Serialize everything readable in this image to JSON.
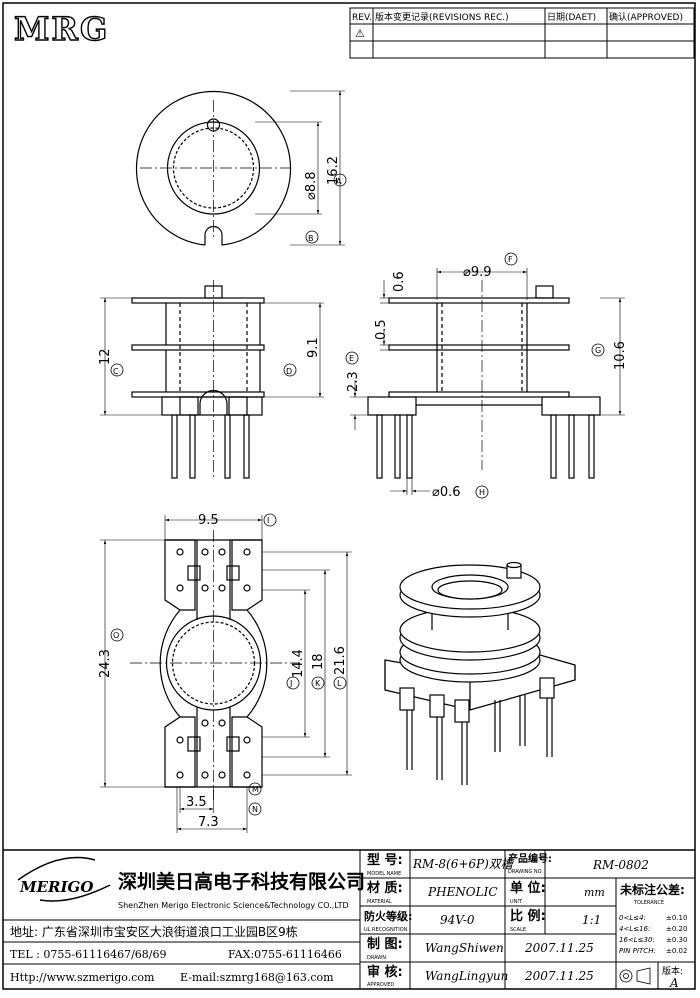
{
  "logo": {
    "text": "MRG"
  },
  "revision": {
    "col_rev": "REV.",
    "col_record": "版本变更记录(REVISIONS REC.)",
    "col_date": "日期(DAET)",
    "col_approved": "确认(APPROVED)",
    "row1_mark": "⚠"
  },
  "dims": {
    "d_16_2": "16.2",
    "d_8_8": "⌀8.8",
    "d_A": "A",
    "d_B": "B",
    "d_0_6": "0.6",
    "d_9_9": "⌀9.9",
    "d_F": "F",
    "d_0_5": "0.5",
    "d_9_1": "9.1",
    "d_12": "12",
    "d_C": "C",
    "d_D": "D",
    "d_2_3": "2.3",
    "d_E": "E",
    "d_10_6": "10.6",
    "d_G": "G",
    "d_pin": "⌀0.6",
    "d_H": "H",
    "d_9_5": "9.5",
    "d_I": "I",
    "d_24_3": "24.3",
    "d_O": "O",
    "d_14_4": "14.4",
    "d_J": "J",
    "d_18": "18",
    "d_K": "K",
    "d_21_6": "21.6",
    "d_L": "L",
    "d_3_5": "3.5",
    "d_M": "M",
    "d_7_3": "7.3",
    "d_N": "N"
  },
  "company": {
    "brand": "MERIGO",
    "name_cn": "深圳美日高电子科技有限公司",
    "name_en": "ShenZhen Merigo Electronic Science&Technology CO.,LTD",
    "address": "地址: 广东省深圳市宝安区大浪街道浪口工业园B区9栋",
    "tel": "TEL : 0755-61116467/68/69",
    "fax": "FAX:0755-61116466",
    "web": "Http://www.szmerigo.com",
    "email": "E-mail:szmrg168@163.com"
  },
  "titleblock": {
    "model_label": "型  号:",
    "model_sub": "MODEL NAME",
    "model_value": "RM-8(6+6P)双槽",
    "drawno_label": "产品编号:",
    "drawno_sub": "DRAWING NO.",
    "drawno_value": "RM-0802",
    "material_label": "材  质:",
    "material_sub": "MATERIAL",
    "material_value": "PHENOLIC",
    "unit_label": "单  位:",
    "unit_sub": "UNIT",
    "unit_value": "mm",
    "tolerance_label": "未标注公差:",
    "tolerance_sub": "TOLERANCE",
    "fire_label": "防火等级:",
    "fire_sub": "UL RECOGNITION",
    "fire_value": "94V-0",
    "scale_label": "比  例:",
    "scale_sub": "SCALE",
    "scale_value": "1:1",
    "tol1": "0<L≤4:",
    "tol1_v": "±0.10",
    "tol2": "4<L≤16:",
    "tol2_v": "±0.20",
    "tol3": "16<L≤30:",
    "tol3_v": "±0.30",
    "tol4": "PIN PITCH:",
    "tol4_v": "±0.02",
    "drawn_label": "制  图:",
    "drawn_sub": "DRAWN",
    "drawn_value": "WangShiwen",
    "drawn_date": "2007.11.25",
    "approved_label": "审  核:",
    "approved_sub": "APPROVED",
    "approved_value": "WangLingyun",
    "approved_date": "2007.11.25",
    "version_label": "版本:",
    "version_value": "A"
  }
}
